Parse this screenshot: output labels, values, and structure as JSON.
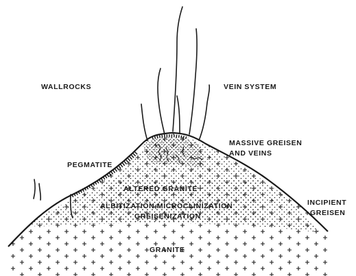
{
  "figure": {
    "labels": {
      "wallrocks": "WALLROCKS",
      "vein_system": "VEIN SYSTEM",
      "massive_greisen_line1": "MASSIVE GREISEN",
      "massive_greisen_line2": "AND VEINS",
      "pegmatite": "PEGMATITE",
      "altered_granite": "ALTERED GRANITE",
      "alteration_line1": "ALBITIZATION MICROCLINIZATION",
      "alteration_line2": "GREISENIZATION",
      "incipient_line1": "INCIPIENT",
      "incipient_line2": "GREISEN",
      "granite": "GRANITE"
    },
    "colors": {
      "ink": "#1a1a1a",
      "background": "#ffffff"
    }
  }
}
